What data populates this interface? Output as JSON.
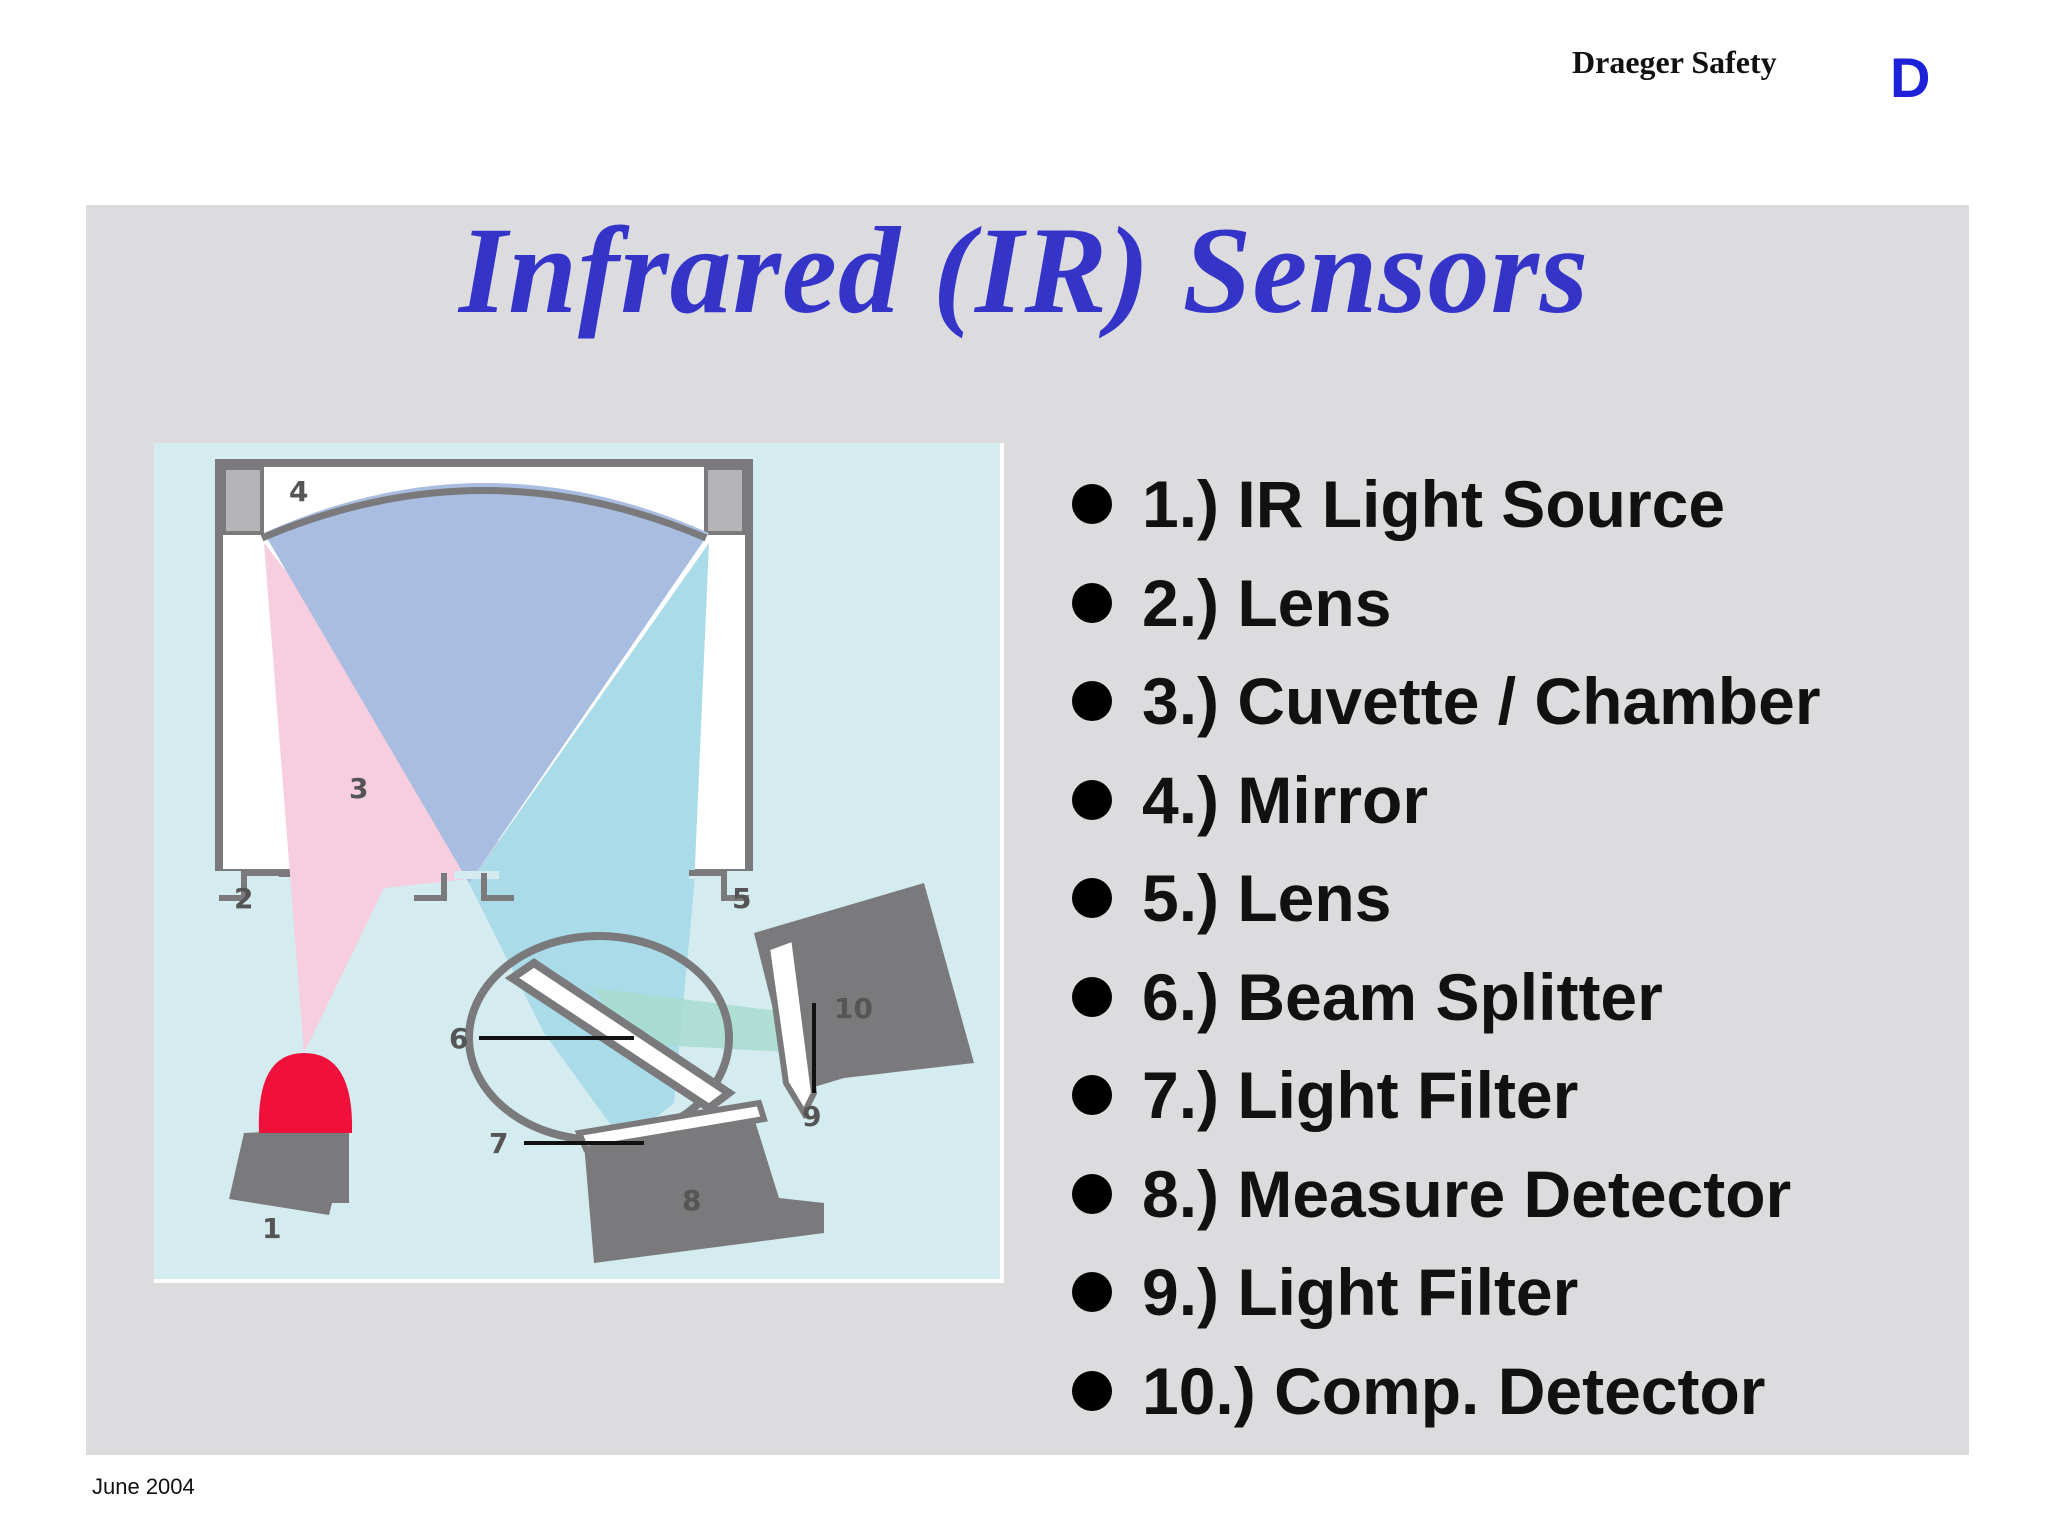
{
  "header": {
    "brand": "Draeger Safety",
    "logo_letter": "D"
  },
  "slide": {
    "title": "Infrared (IR) Sensors",
    "items": [
      "1.) IR Light Source",
      "2.) Lens",
      "3.) Cuvette / Chamber",
      "4.) Mirror",
      "5.) Lens",
      "6.) Beam Splitter",
      "7.) Light Filter",
      "8.) Measure Detector",
      "9.) Light Filter",
      "10.) Comp. Detector"
    ]
  },
  "diagram": {
    "labels": [
      "1",
      "2",
      "3",
      "4",
      "5",
      "6",
      "7",
      "8",
      "9",
      "10"
    ]
  },
  "footer": {
    "date": "June 2004"
  },
  "colors": {
    "title": "#3434c9",
    "logo": "#1d22d8",
    "panel": "#dcdcde",
    "diagram_bg": "#d4ecef",
    "source_red": "#f0103c",
    "part_gray": "#7a7a7c"
  }
}
